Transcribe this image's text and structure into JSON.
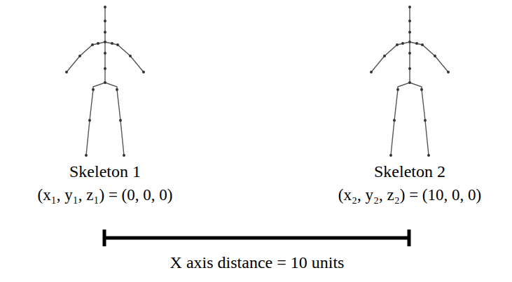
{
  "diagram": {
    "labels": [
      "Skeleton 1",
      "(x₁, y₁, z₁) = (0, 0, 0)",
      "Skeleton 2",
      "(x₂, y₂, z₂) = (10, 0, 0)",
      "X axis distance = 10 units"
    ]
  }
}
